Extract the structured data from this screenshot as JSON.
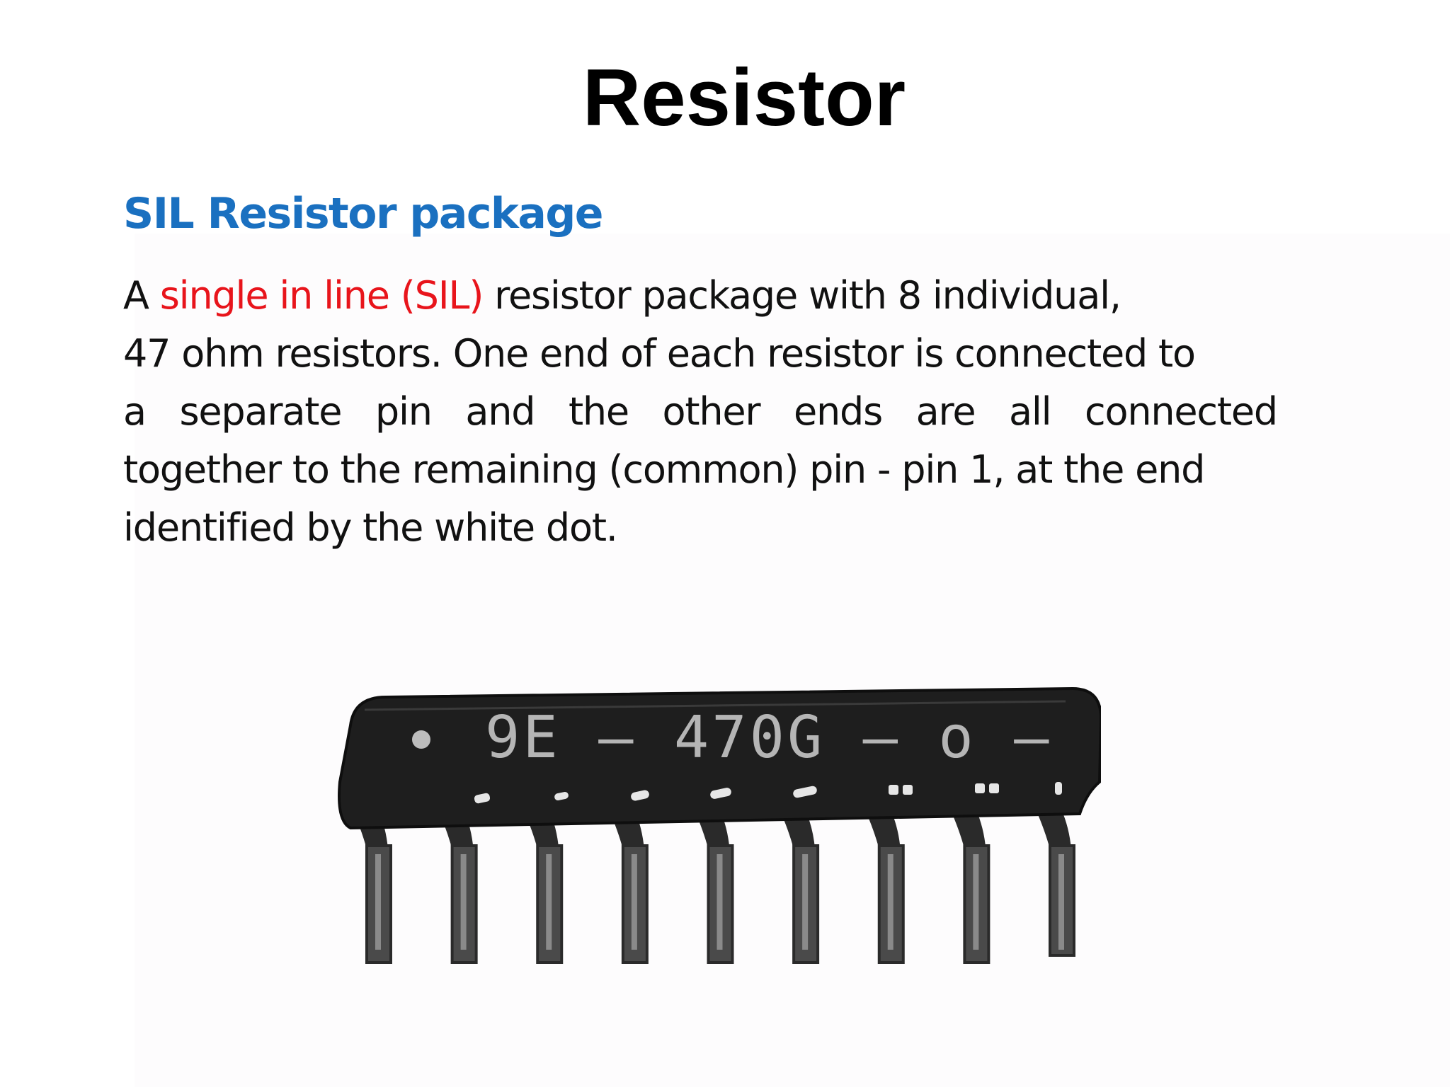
{
  "slide": {
    "title": "Resistor",
    "subtitle": "SIL Resistor package",
    "paragraph": {
      "line1": {
        "before": "A ",
        "highlight": "single in line (SIL)",
        "after": " resistor package with 8 individual,"
      },
      "line2": "47 ohm resistors. One end of each resistor is connected to",
      "line3": "a separate pin and the other ends are all connected",
      "line4": "together to the remaining (common) pin - pin 1, at the end",
      "line5": "identified by the white dot."
    },
    "highlight_color": "#e8141b",
    "subtitle_color": "#1a70c0"
  },
  "figure": {
    "label": "9E – 470G – o –",
    "pin_count": 9,
    "icon": "sil-resistor-package-photo"
  }
}
